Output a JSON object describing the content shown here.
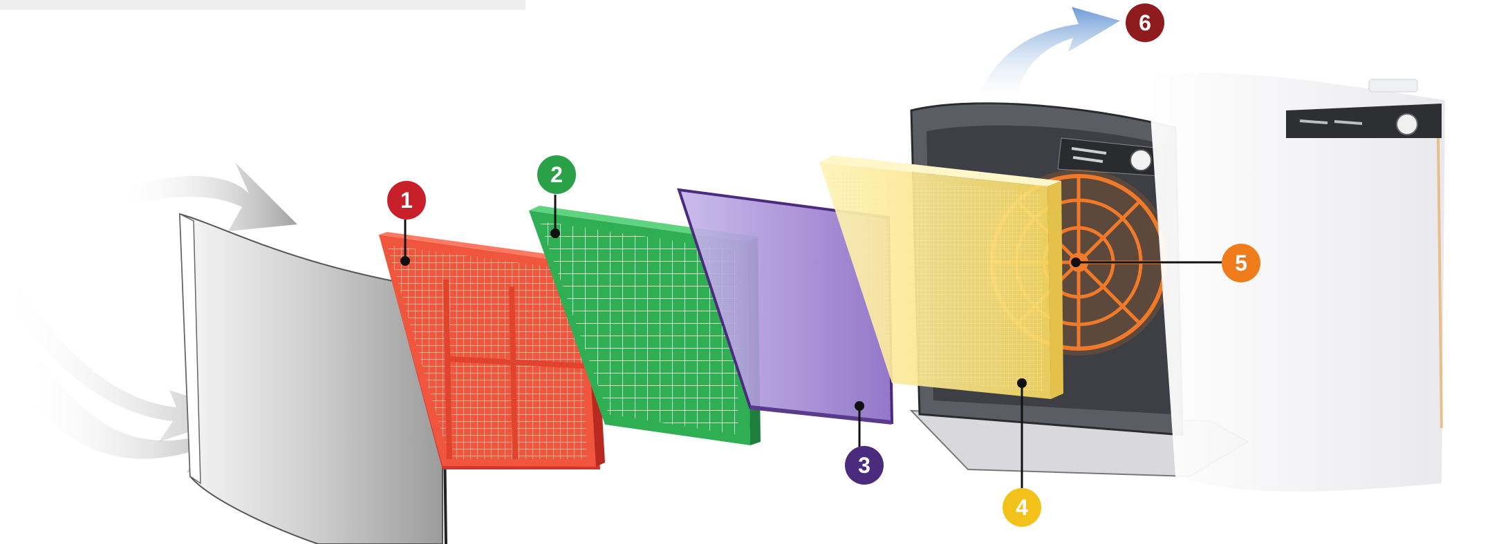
{
  "callouts": [
    {
      "id": "filter-1",
      "label": "1",
      "color": "#c8202a"
    },
    {
      "id": "filter-2",
      "label": "2",
      "color": "#2aa147"
    },
    {
      "id": "filter-3",
      "label": "3",
      "color": "#4b2b7e"
    },
    {
      "id": "filter-4",
      "label": "4",
      "color": "#f2c21a"
    },
    {
      "id": "filter-5",
      "label": "5",
      "color": "#ef7b1b"
    },
    {
      "id": "airflow-out",
      "label": "6",
      "color": "#8e1c1e"
    }
  ],
  "colors": {
    "prefilter": "#f0553d",
    "carbon_filter": "#2fae54",
    "purple_filter": "#9b7fd0",
    "hepa_filter": "#fbe38a",
    "fan": "#f07a2a",
    "airflow_in": "#9a9a9a",
    "airflow_out": "#7fa9dc"
  }
}
